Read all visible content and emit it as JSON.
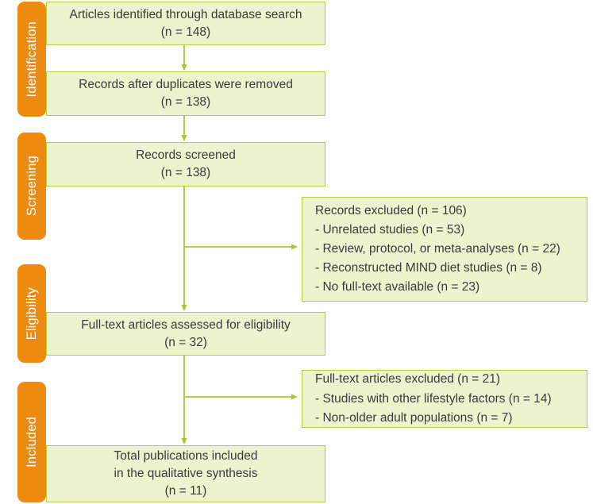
{
  "diagram": {
    "type": "prisma-flow-diagram",
    "colors": {
      "box_fill": "#edf2cf",
      "box_border": "#b5cf3a",
      "stage_bar": "#ef8a10",
      "stage_label_text": "#ffffff",
      "box_text": "#3b3b3b",
      "connector": "#a9c72f",
      "background": "#ffffff"
    }
  },
  "stages": [
    {
      "id": "identification",
      "label": "Identification"
    },
    {
      "id": "screening",
      "label": "Screening"
    },
    {
      "id": "eligibility",
      "label": "Eligibility"
    },
    {
      "id": "included",
      "label": "Included"
    }
  ],
  "boxes": {
    "identified": {
      "lines": [
        "Articles identified through database search",
        "(n = 148)"
      ],
      "count": 148
    },
    "after_duplicates": {
      "lines": [
        "Records after duplicates were removed",
        "(n = 138)"
      ],
      "count": 138
    },
    "screened": {
      "lines": [
        "Records screened",
        "(n = 138)"
      ],
      "count": 138
    },
    "records_excluded": {
      "lines": [
        "Records excluded (n = 106)",
        "- Unrelated studies (n = 53)",
        "- Review, protocol, or meta-analyses (n = 22)",
        "- Reconstructed MIND diet studies (n = 8)",
        "- No full-text available (n = 23)"
      ],
      "total": 106,
      "reasons": [
        {
          "label": "Unrelated studies",
          "count": 53
        },
        {
          "label": "Review, protocol, or meta-analyses",
          "count": 22
        },
        {
          "label": "Reconstructed MIND diet studies",
          "count": 8
        },
        {
          "label": "No full-text available",
          "count": 23
        }
      ]
    },
    "fulltext_assessed": {
      "lines": [
        "Full-text articles assessed for eligibility",
        "(n = 32)"
      ],
      "count": 32
    },
    "fulltext_excluded": {
      "lines": [
        "Full-text articles excluded (n = 21)",
        "- Studies with other lifestyle factors (n = 14)",
        "- Non-older adult populations (n = 7)"
      ],
      "total": 21,
      "reasons": [
        {
          "label": "Studies with other lifestyle factors",
          "count": 14
        },
        {
          "label": "Non-older adult populations",
          "count": 7
        }
      ]
    },
    "included_total": {
      "lines": [
        "Total publications included",
        "in the qualitative synthesis",
        "(n = 11)"
      ],
      "count": 11
    }
  }
}
